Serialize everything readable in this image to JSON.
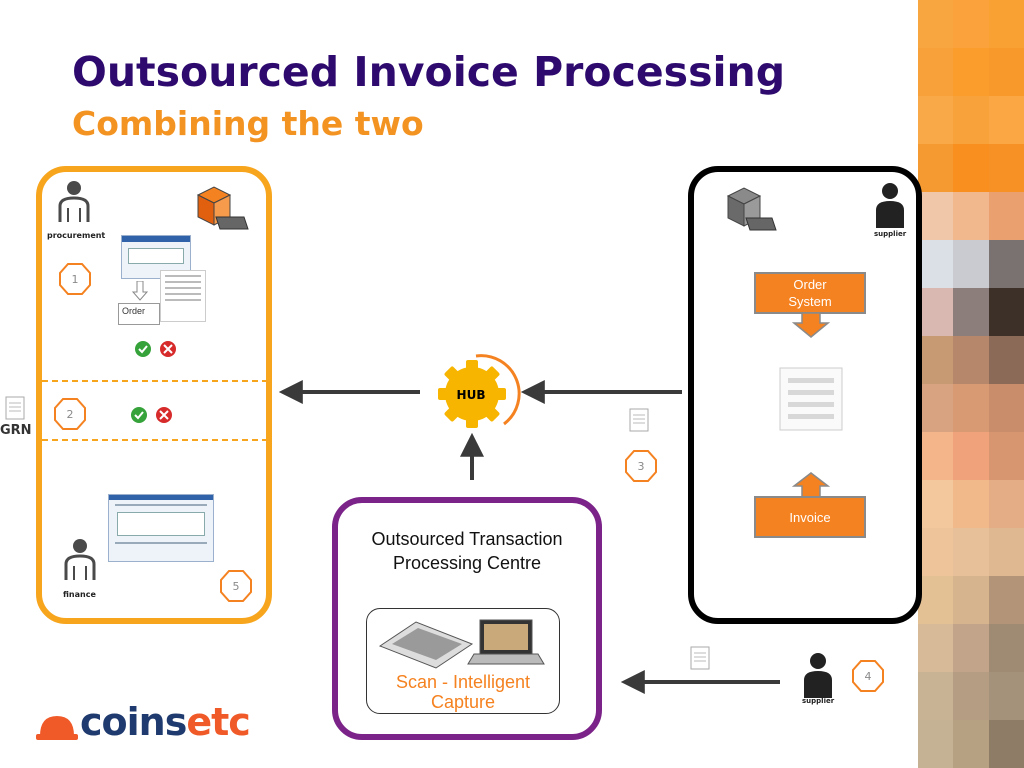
{
  "title": "Outsourced Invoice Processing",
  "subtitle": "Combining the two",
  "left_panel": {
    "procurement_label": "procurement",
    "order_label": "Order",
    "finance_label": "finance",
    "step1": "1",
    "step2": "2",
    "step5": "5"
  },
  "grn_label": "GRN",
  "hub_label": "HUB",
  "step3": "3",
  "step4": "4",
  "right_panel": {
    "supplier_label": "supplier",
    "order_system_line1": "Order",
    "order_system_line2": "System",
    "invoice_label": "Invoice"
  },
  "centre_panel": {
    "line1": "Outsourced Transaction",
    "line2": "Processing Centre",
    "scan_line1": "Scan - Intelligent",
    "scan_line2": "Capture"
  },
  "bottom_supplier_label": "supplier",
  "logo": {
    "part1": "coins",
    "part2": "etc"
  },
  "colors": {
    "title": "#2e0a6e",
    "subtitle": "#f39322",
    "left_border": "#f7a51d",
    "right_border": "#000000",
    "centre_border": "#7b2388",
    "orange_box": "#f58220",
    "hub_gear": "#f7b500",
    "logo_coins": "#1f3a6e",
    "logo_etc": "#f05a28"
  },
  "mosaic_colors": [
    "#f7a640",
    "#fba23c",
    "#f9a233",
    "#f8a13a",
    "#fa9d2c",
    "#f79a2b",
    "#f9a948",
    "#f7a23a",
    "#fba744",
    "#f49a30",
    "#f88f1f",
    "#f79125",
    "#f0c8a9",
    "#f1b78d",
    "#eba06f",
    "#dbdfe6",
    "#c9cbd0",
    "#7a7270",
    "#d9b8b1",
    "#8c7f7b",
    "#3d3028",
    "#c89a73",
    "#b6876a",
    "#8b6a58",
    "#d8a380",
    "#d79a72",
    "#c98d6b",
    "#f4b58b",
    "#f0a27a",
    "#d89670",
    "#f4c89d",
    "#f1b88a",
    "#e4ad86",
    "#eec49b",
    "#e7c09a",
    "#dfb790",
    "#e3c195",
    "#d5b48e",
    "#b39479",
    "#d7bb98",
    "#c2a48a",
    "#9f8b73",
    "#c8b394",
    "#b49d83",
    "#a5927b",
    "#c5b295",
    "#b6a283",
    "#8e7c67"
  ]
}
